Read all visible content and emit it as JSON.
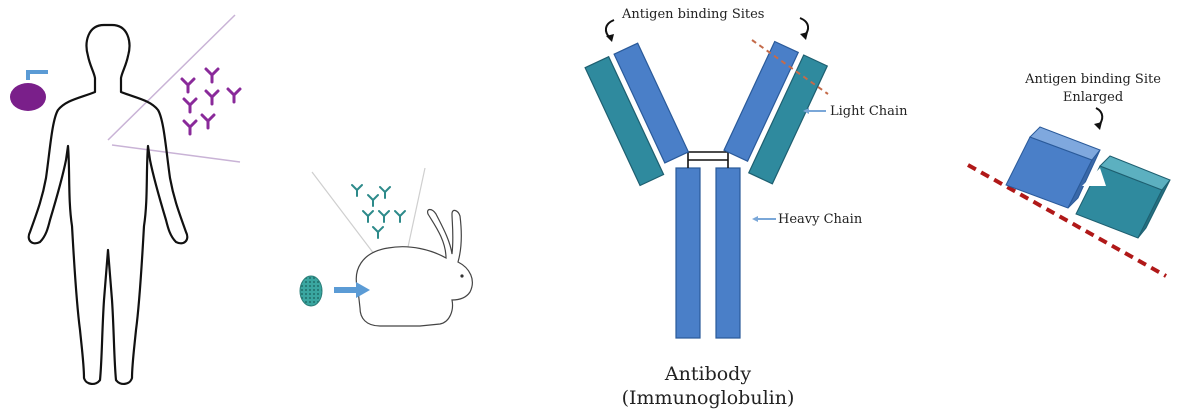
{
  "labels": {
    "antigen_binding_sites": "Antigen binding Sites",
    "light_chain": "Light Chain",
    "heavy_chain": "Heavy Chain",
    "antibody": "Antibody",
    "immunoglobulin": "(Immunoglobulin)",
    "enlarged_line1": "Antigen binding Site",
    "enlarged_line2": "Enlarged"
  },
  "colors": {
    "heavy_chain_blue": "#4a7fc8",
    "light_chain_teal": "#2f8a9e",
    "human_antibody_purple": "#8a2a9a",
    "rabbit_antibody_teal": "#2d8a8a",
    "antigen_purple": "#7a1f8a",
    "antigen_teal": "#3aa6a0",
    "dashed_line_red": "#b01818"
  }
}
